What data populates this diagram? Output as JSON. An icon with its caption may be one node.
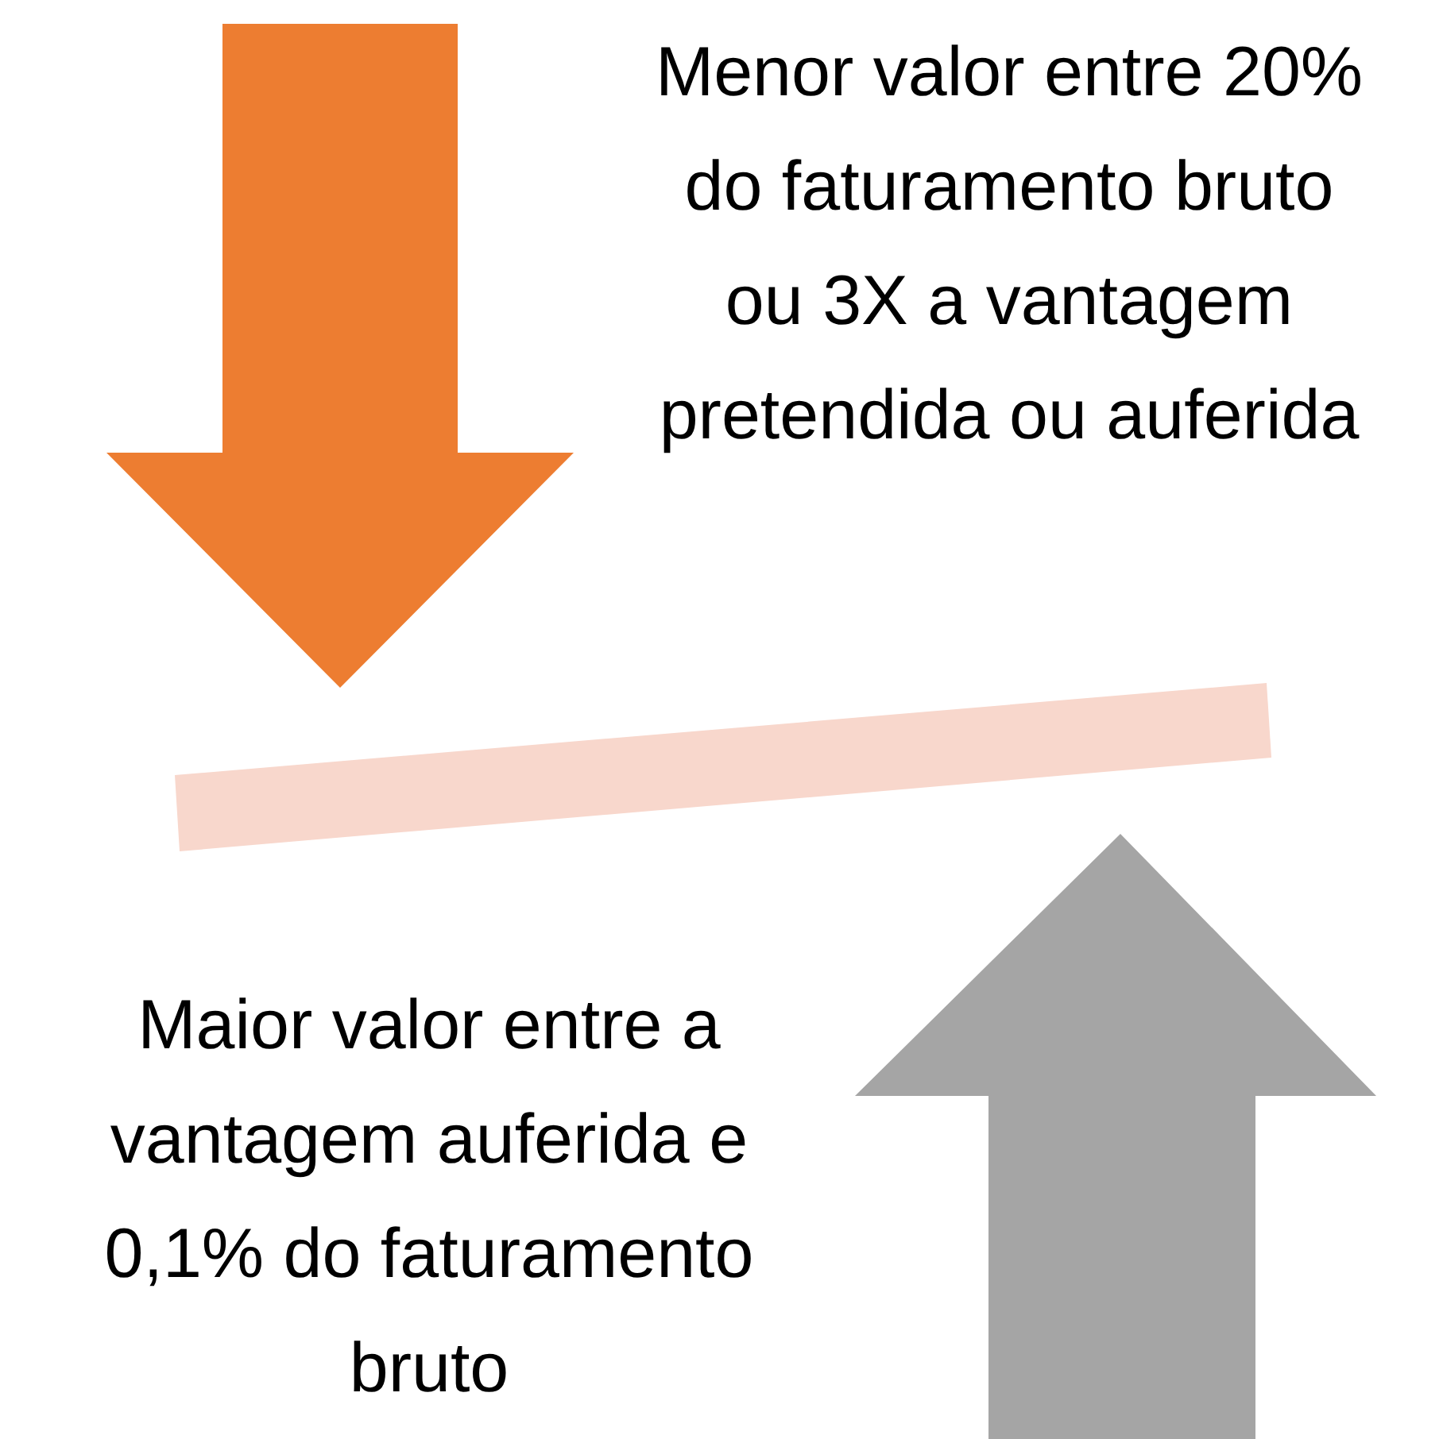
{
  "diagram": {
    "nodes": [
      {
        "text": [],
        "shape": "bar"
      }
    ],
    "labels": [
      "Menor valor entre 20% do faturamento bruto ou 3X a vantagem pretendida ou auferida",
      "Maior valor entre a vantagem auferida e 0,1% do faturamento bruto"
    ]
  }
}
